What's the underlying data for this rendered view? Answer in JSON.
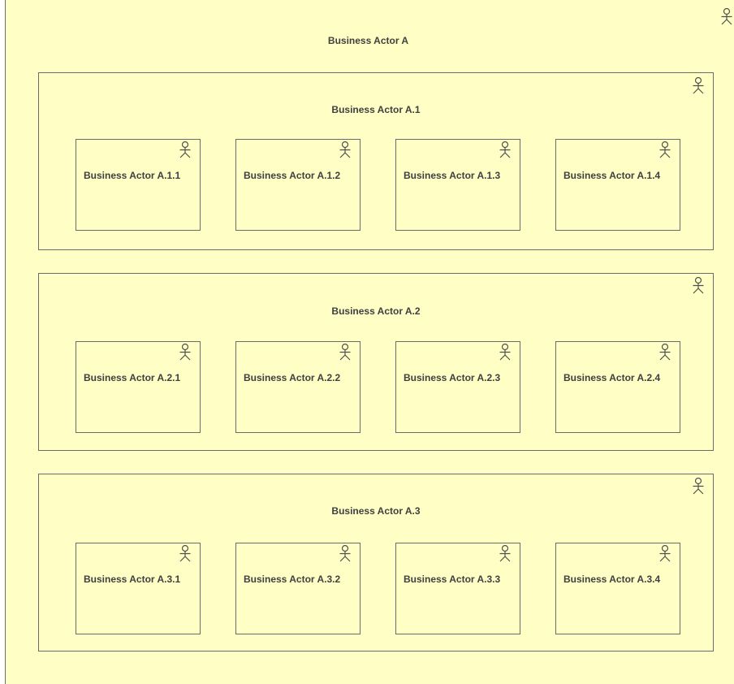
{
  "root": {
    "label": "Business Actor A",
    "groups": [
      {
        "label": "Business Actor A.1",
        "actors": [
          "Business Actor A.1.1",
          "Business Actor A.1.2",
          "Business Actor A.1.3",
          "Business Actor A.1.4"
        ]
      },
      {
        "label": "Business Actor A.2",
        "actors": [
          "Business Actor A.2.1",
          "Business Actor A.2.2",
          "Business Actor A.2.3",
          "Business Actor A.2.4"
        ]
      },
      {
        "label": "Business Actor A.3",
        "actors": [
          "Business Actor A.3.1",
          "Business Actor A.3.2",
          "Business Actor A.3.3",
          "Business Actor A.3.4"
        ]
      }
    ]
  },
  "icon": "business-actor-icon",
  "colors": {
    "fill": "#ffffc5",
    "border": "#6b6b6b",
    "text": "#404040"
  }
}
